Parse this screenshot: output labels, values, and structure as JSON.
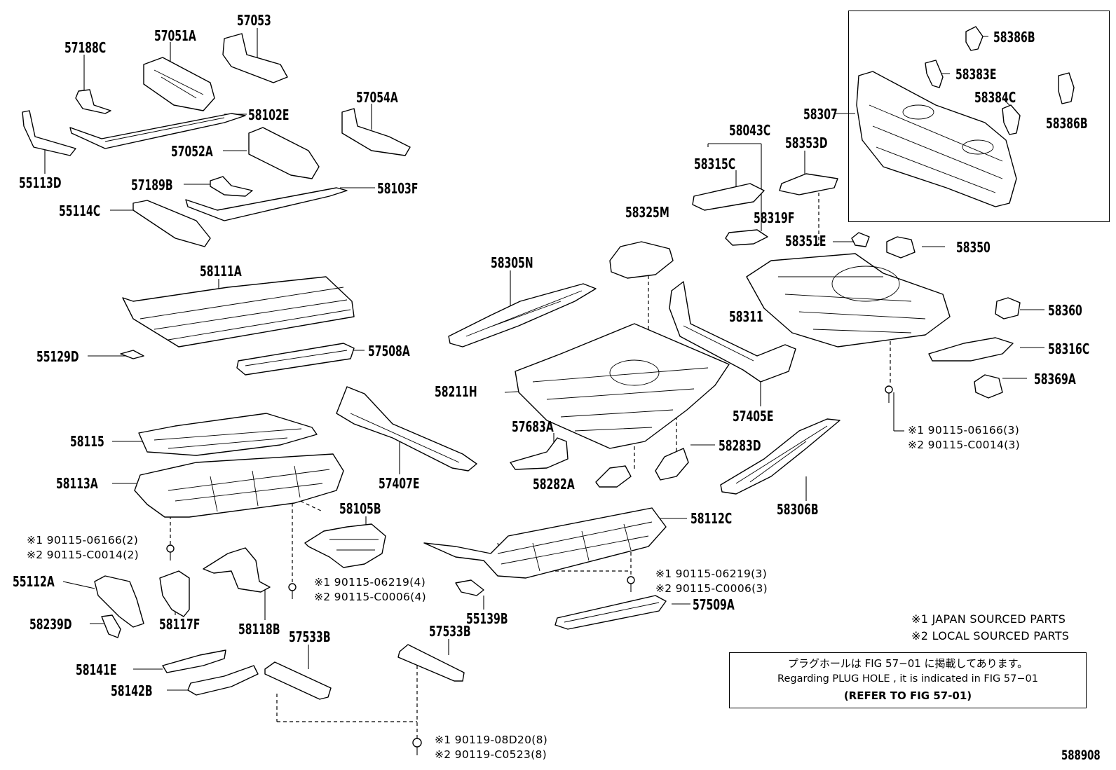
{
  "diagram_number": "588908",
  "parts": [
    "57188C",
    "57051A",
    "57053",
    "57054A",
    "58102E",
    "57052A",
    "55113D",
    "57189B",
    "58103F",
    "55114C",
    "58111A",
    "55129D",
    "57508A",
    "58305N",
    "58325M",
    "58043C",
    "58315C",
    "58319F",
    "58353D",
    "58307",
    "58386B",
    "58383E",
    "58384C",
    "58386B",
    "58351E",
    "58350",
    "58311",
    "58360",
    "58316C",
    "58369A",
    "58211H",
    "57405E",
    "58115",
    "58113A",
    "57407E",
    "57683A",
    "58283D",
    "58282A",
    "58306B",
    "58105B",
    "58112C",
    "55112A",
    "58117F",
    "58118B",
    "55139B",
    "57509A",
    "58239D",
    "57533B",
    "57533B",
    "58141E",
    "58142B"
  ],
  "fasteners": [
    [
      "※1 90115-06166(2)",
      "※2 90115-C0014(2)"
    ],
    [
      "※1 90115-06219(4)",
      "※2 90115-C0006(4)"
    ],
    [
      "※1 90115-06219(3)",
      "※2 90115-C0006(3)"
    ],
    [
      "※1 90115-06166(3)",
      "※2 90115-C0014(3)"
    ],
    [
      "※1 90119-08D20(8)",
      "※2 90119-C0523(8)"
    ]
  ],
  "legend": [
    "※1 JAPAN SOURCED PARTS",
    "※2 LOCAL SOURCED PARTS"
  ],
  "note_box": {
    "japanese": "プラグホールは FIG 57−01 に掲載してあります。",
    "english": "Regarding PLUG HOLE , it is indicated in FIG 57−01",
    "refer": "(REFER TO FIG 57-01)"
  }
}
